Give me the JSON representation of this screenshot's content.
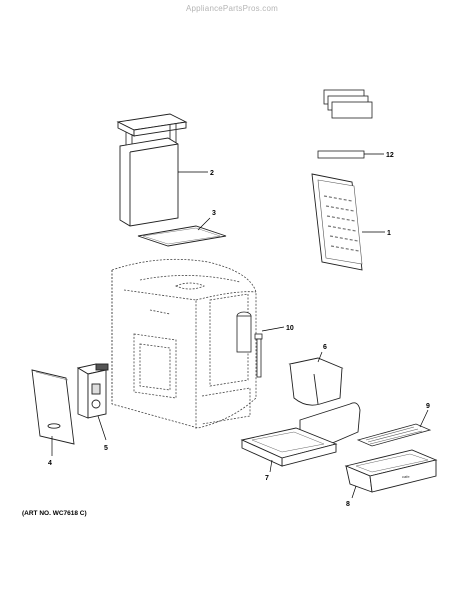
{
  "watermark": "AppliancePartsPros.com",
  "art_number": "(ART NO. WC7618 C)",
  "callouts": [
    {
      "id": "1"
    },
    {
      "id": "2"
    },
    {
      "id": "3"
    },
    {
      "id": "4"
    },
    {
      "id": "5"
    },
    {
      "id": "6"
    },
    {
      "id": "7"
    },
    {
      "id": "8"
    },
    {
      "id": "9"
    },
    {
      "id": "10"
    },
    {
      "id": "12"
    }
  ]
}
